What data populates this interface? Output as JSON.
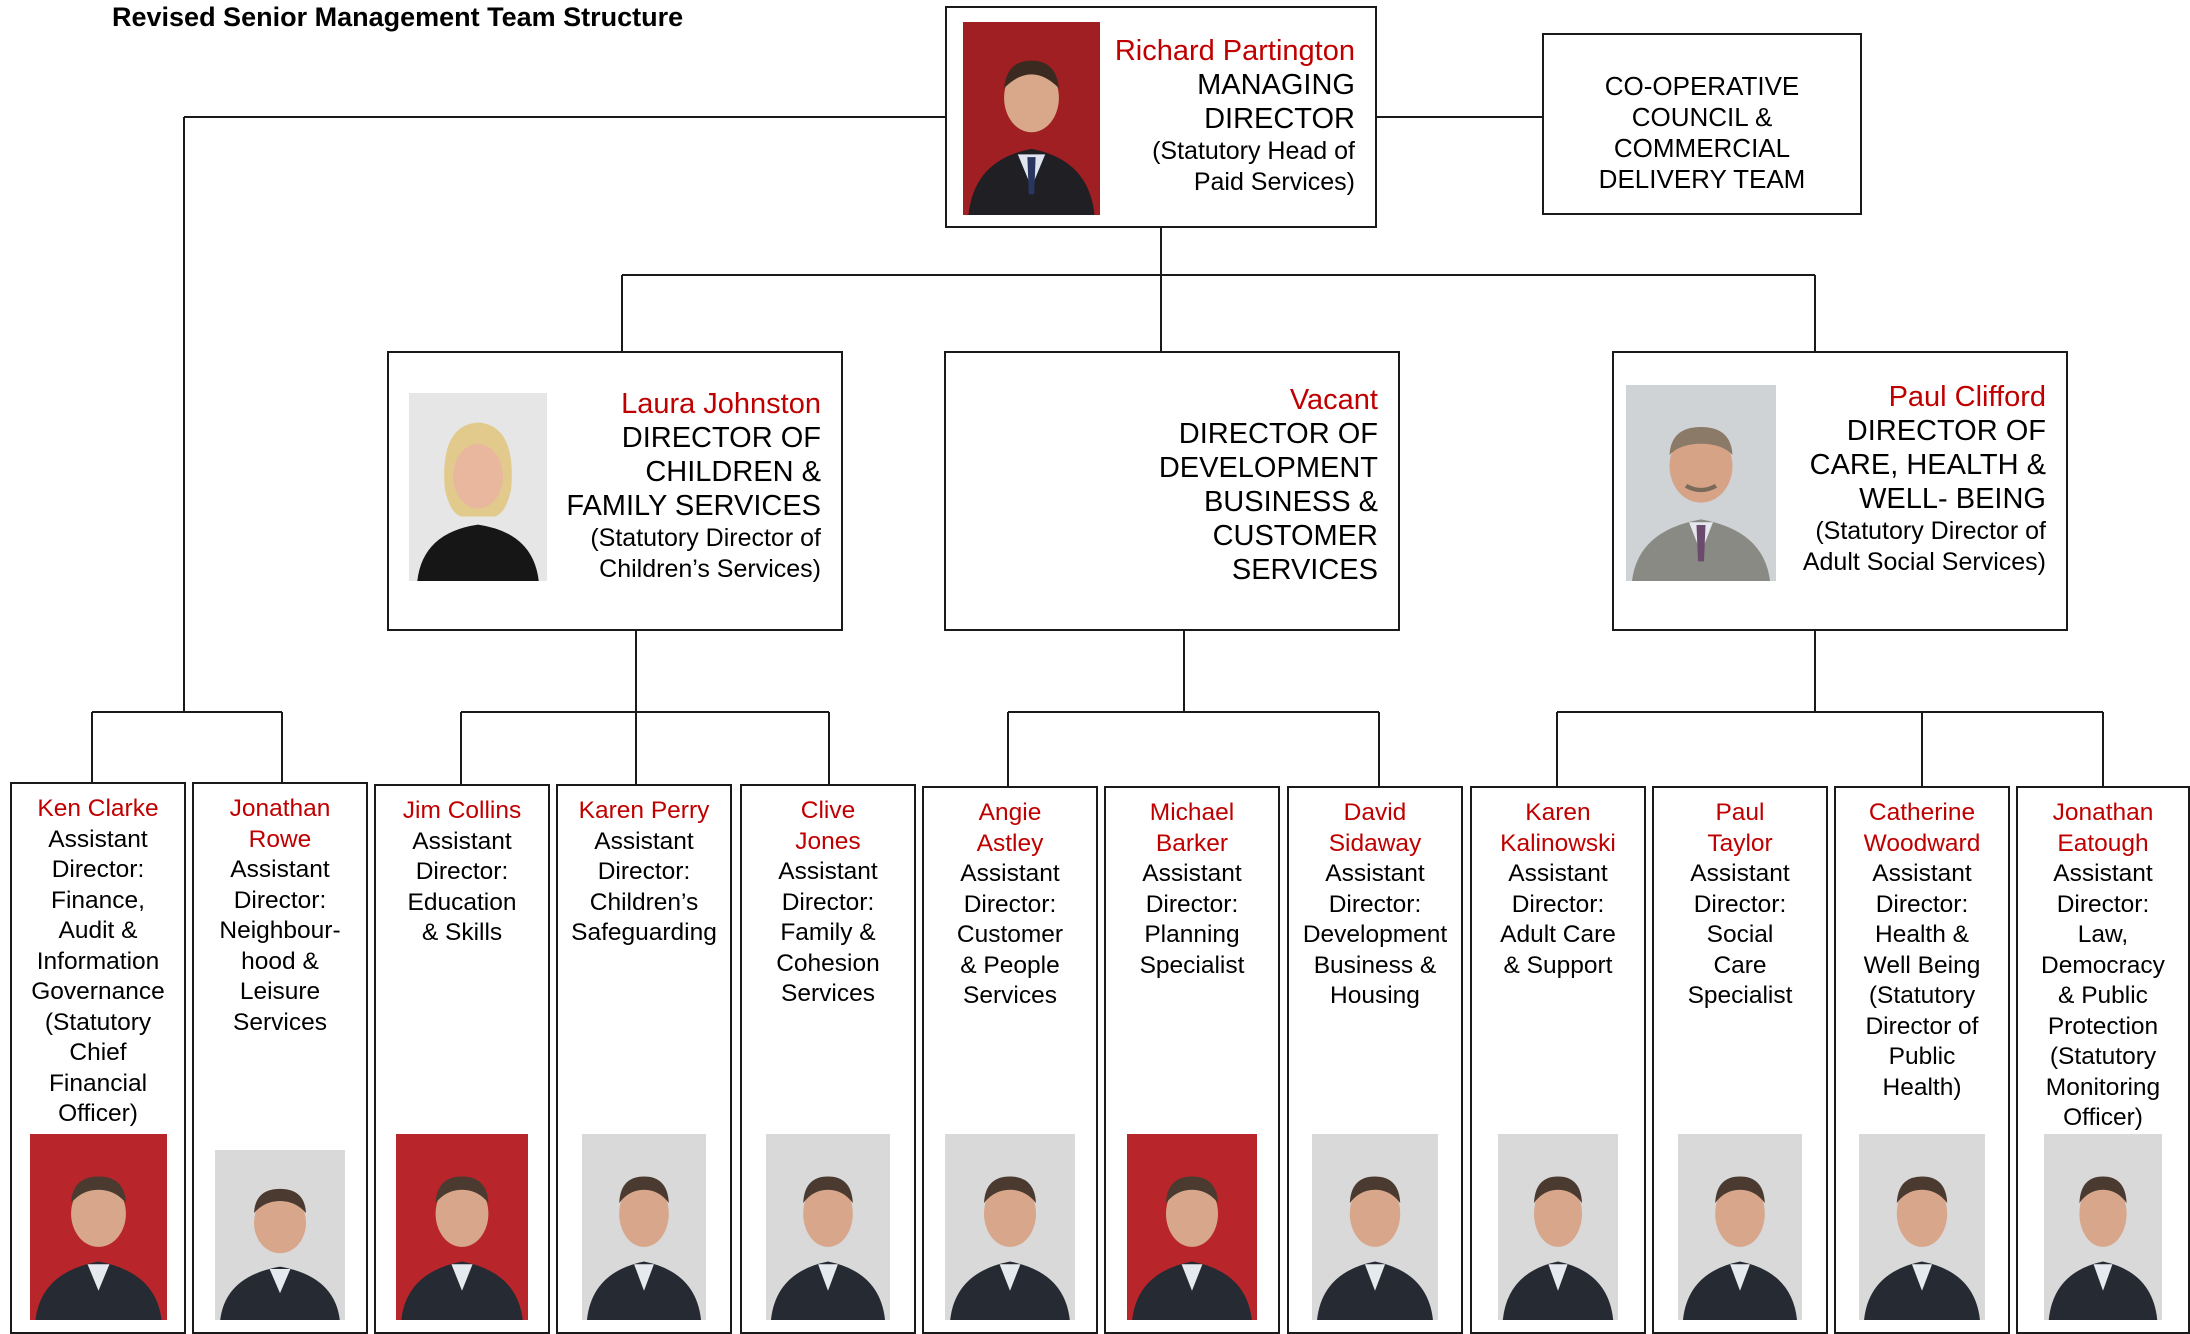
{
  "page_title": "Revised Senior Management Team Structure",
  "managing_director": {
    "name": "Richard Partington",
    "role_lines": [
      "MANAGING",
      "DIRECTOR"
    ],
    "note_lines": [
      "(Statutory Head of",
      "Paid Services)"
    ]
  },
  "coop_team": {
    "lines": [
      "CO-OPERATIVE",
      "COUNCIL &",
      "COMMERCIAL",
      "DELIVERY TEAM"
    ]
  },
  "directors": [
    {
      "name": "Laura Johnston",
      "role_lines": [
        "DIRECTOR OF",
        "CHILDREN &",
        "FAMILY SERVICES"
      ],
      "note_lines": [
        "(Statutory Director of",
        "Children’s Services)"
      ]
    },
    {
      "name": "Vacant",
      "role_lines": [
        "DIRECTOR OF",
        "DEVELOPMENT",
        "BUSINESS &",
        "CUSTOMER",
        "SERVICES"
      ],
      "note_lines": []
    },
    {
      "name": "Paul Clifford",
      "role_lines": [
        "DIRECTOR OF",
        "CARE, HEALTH &",
        "WELL- BEING"
      ],
      "note_lines": [
        "(Statutory Director of",
        "Adult Social Services)"
      ]
    }
  ],
  "assistant_directors": [
    {
      "name_lines": [
        "Ken Clarke"
      ],
      "role_lines": [
        "Assistant",
        "Director:",
        "Finance,",
        "Audit &",
        "Information",
        "Governance",
        "(Statutory",
        "Chief",
        "Financial",
        "Officer)"
      ]
    },
    {
      "name_lines": [
        "Jonathan",
        "Rowe"
      ],
      "role_lines": [
        "Assistant",
        "Director:",
        "Neighbour-",
        "hood &",
        "Leisure",
        "Services"
      ]
    },
    {
      "name_lines": [
        "Jim Collins"
      ],
      "role_lines": [
        "Assistant",
        "Director:",
        "Education",
        "& Skills"
      ]
    },
    {
      "name_lines": [
        "Karen Perry"
      ],
      "role_lines": [
        "Assistant",
        "Director:",
        "Children’s",
        "Safeguarding"
      ]
    },
    {
      "name_lines": [
        "Clive",
        "Jones"
      ],
      "role_lines": [
        "Assistant",
        "Director:",
        "Family &",
        "Cohesion",
        "Services"
      ]
    },
    {
      "name_lines": [
        "Angie",
        "Astley"
      ],
      "role_lines": [
        "Assistant",
        "Director:",
        "Customer",
        "& People",
        "Services"
      ]
    },
    {
      "name_lines": [
        "Michael",
        "Barker"
      ],
      "role_lines": [
        "Assistant",
        "Director:",
        "Planning",
        "Specialist"
      ]
    },
    {
      "name_lines": [
        "David",
        "Sidaway"
      ],
      "role_lines": [
        "Assistant",
        "Director:",
        "Development",
        "Business &",
        "Housing"
      ]
    },
    {
      "name_lines": [
        "Karen",
        "Kalinowski"
      ],
      "role_lines": [
        "Assistant",
        "Director:",
        "Adult Care",
        "& Support"
      ]
    },
    {
      "name_lines": [
        "Paul",
        "Taylor"
      ],
      "role_lines": [
        "Assistant",
        "Director:",
        "Social",
        "Care",
        "Specialist"
      ]
    },
    {
      "name_lines": [
        "Catherine",
        "Woodward"
      ],
      "role_lines": [
        "Assistant",
        "Director:",
        "Health &",
        "Well Being",
        "(Statutory",
        "Director of",
        "Public",
        "Health)"
      ]
    },
    {
      "name_lines": [
        "Jonathan",
        "Eatough"
      ],
      "role_lines": [
        "Assistant",
        "Director:",
        "Law,",
        "Democracy",
        "& Public",
        "Protection",
        "(Statutory",
        "Monitoring",
        "Officer)"
      ]
    }
  ],
  "colors": {
    "name_red": "#c00000",
    "border": "#1a1a1a",
    "photo_red_bg": "#b8262b",
    "photo_grey_bg": "#d9d9d9"
  }
}
